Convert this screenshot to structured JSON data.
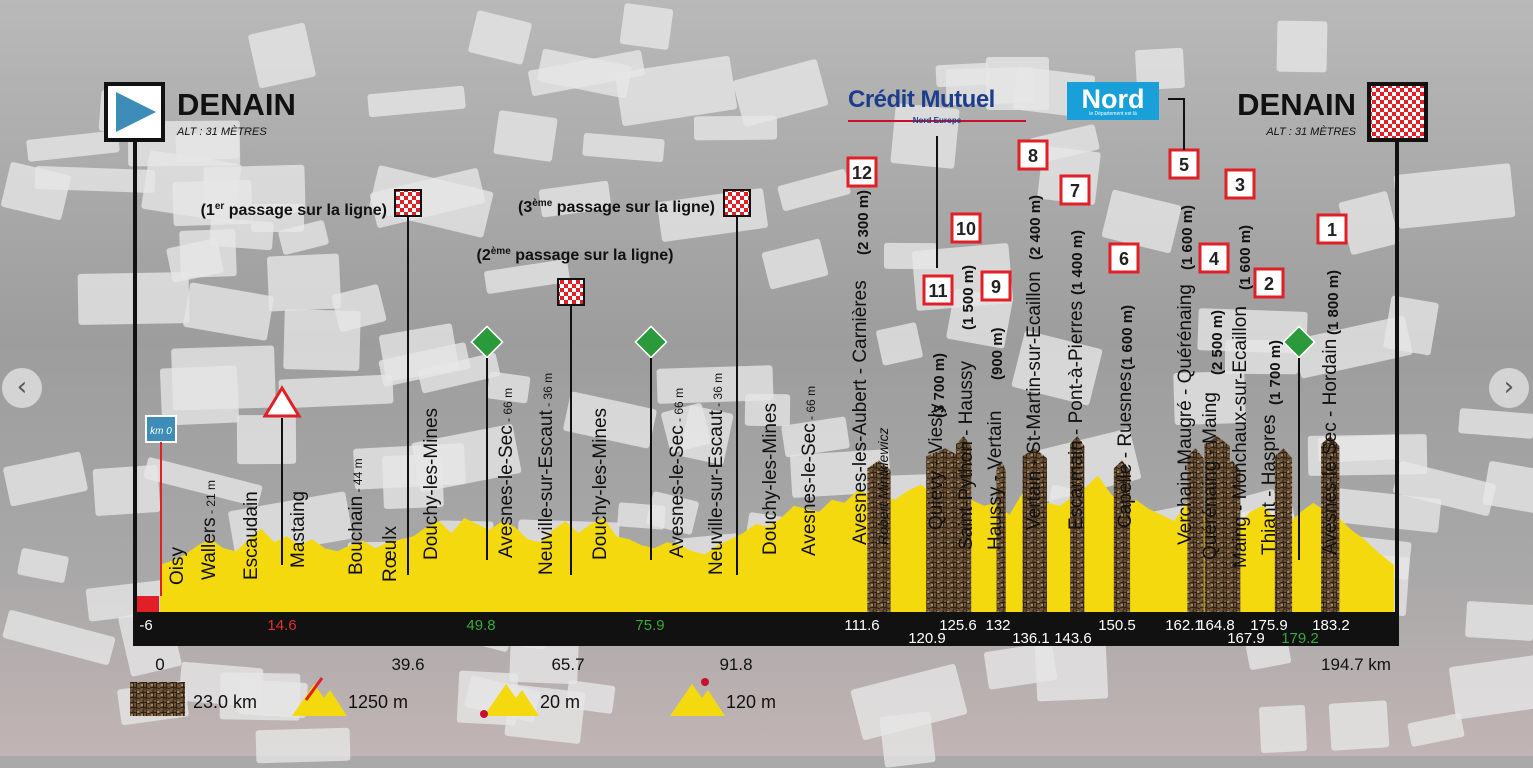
{
  "chart_data": {
    "type": "area",
    "title": "",
    "start": {
      "town": "DENAIN",
      "alt": "ALT : 31 MÈTRES"
    },
    "finish": {
      "town": "DENAIN",
      "alt": "ALT : 31 MÈTRES"
    },
    "sponsors": {
      "credit_mutuel": "Crédit Mutuel",
      "credit_mutuel_sub": "Nord Europe",
      "nord": "Nord",
      "nord_sub": "le Département est là"
    },
    "xlim": [
      0,
      194.7
    ],
    "profile_km": [
      0,
      2,
      4,
      6,
      8,
      10,
      12,
      14,
      16,
      18,
      20,
      22,
      24,
      26,
      28,
      30,
      32,
      34,
      36,
      38,
      40,
      42,
      44,
      46,
      48,
      50,
      52,
      54,
      56,
      58,
      60,
      62,
      64,
      66,
      68,
      70,
      72,
      74,
      76,
      78,
      80,
      82,
      84,
      86,
      88,
      90,
      92,
      94,
      96,
      98,
      100,
      102,
      104,
      106,
      108,
      110,
      112,
      114,
      116,
      118,
      120,
      122,
      124,
      126,
      128,
      130,
      132,
      134,
      136,
      138,
      140,
      142,
      144,
      146,
      148,
      150,
      152,
      154,
      156,
      158,
      160,
      162,
      164,
      166,
      168,
      170,
      172,
      174,
      176,
      178,
      180,
      182,
      184,
      186,
      188,
      190,
      192,
      194.7
    ],
    "profile_alt": [
      31,
      34,
      38,
      44,
      48,
      42,
      40,
      48,
      55,
      46,
      50,
      44,
      48,
      42,
      40,
      44,
      47,
      42,
      46,
      48,
      50,
      56,
      60,
      52,
      62,
      58,
      54,
      60,
      56,
      48,
      46,
      54,
      60,
      52,
      58,
      62,
      50,
      48,
      44,
      42,
      46,
      44,
      40,
      38,
      44,
      48,
      52,
      58,
      56,
      62,
      70,
      68,
      66,
      74,
      72,
      80,
      78,
      76,
      74,
      80,
      84,
      78,
      76,
      68,
      74,
      70,
      72,
      64,
      78,
      76,
      72,
      70,
      76,
      82,
      90,
      78,
      70,
      74,
      68,
      64,
      60,
      72,
      68,
      58,
      52,
      56,
      66,
      70,
      62,
      58,
      66,
      72,
      66,
      62,
      54,
      48,
      40,
      31
    ],
    "ylim": [
      0,
      120
    ],
    "axis_markers": [
      {
        "km": "-6",
        "color": "#ffffff"
      },
      {
        "km": "14.6",
        "color": "#e03030"
      },
      {
        "km": "49.8",
        "color": "#3aa83a"
      },
      {
        "km": "75.9",
        "color": "#3aa83a"
      },
      {
        "km": "111.6",
        "color": "#ffffff"
      },
      {
        "km": "120.9",
        "color": "#ffffff"
      },
      {
        "km": "125.6",
        "color": "#ffffff"
      },
      {
        "km": "132",
        "color": "#ffffff"
      },
      {
        "km": "136.1",
        "color": "#ffffff"
      },
      {
        "km": "143.6",
        "color": "#ffffff"
      },
      {
        "km": "150.5",
        "color": "#ffffff"
      },
      {
        "km": "162.1",
        "color": "#ffffff"
      },
      {
        "km": "164.8",
        "color": "#ffffff"
      },
      {
        "km": "167.9",
        "color": "#ffffff"
      },
      {
        "km": "175.9",
        "color": "#ffffff"
      },
      {
        "km": "179.2",
        "color": "#3aa83a"
      },
      {
        "km": "183.2",
        "color": "#ffffff"
      }
    ],
    "bottom_ticks": [
      {
        "km": 0,
        "label": "0"
      },
      {
        "km": 39.6,
        "label": "39.6"
      },
      {
        "km": 65.7,
        "label": "65.7"
      },
      {
        "km": 91.8,
        "label": "91.8"
      },
      {
        "km": 194.7,
        "label": "194.7 km"
      }
    ],
    "places": [
      {
        "name": "Oisy",
        "alt": ""
      },
      {
        "name": "Wallers",
        "alt": "- 21 m"
      },
      {
        "name": "Escaudain",
        "alt": ""
      },
      {
        "name": "Mastaing",
        "alt": ""
      },
      {
        "name": "Bouchain",
        "alt": "- 44 m"
      },
      {
        "name": "Rœulx",
        "alt": ""
      },
      {
        "name": "Douchy-les-Mines",
        "alt": ""
      },
      {
        "name": "Avesnes-le-Sec",
        "alt": "- 66 m"
      },
      {
        "name": "Neuville-sur-Escaut",
        "alt": "- 36 m"
      },
      {
        "name": "Douchy-les-Mines",
        "alt": ""
      },
      {
        "name": "Avesnes-le-Sec",
        "alt": "- 66 m"
      },
      {
        "name": "Neuville-sur-Escaut",
        "alt": "- 36 m"
      },
      {
        "name": "Douchy-les-Mines",
        "alt": ""
      },
      {
        "name": "Avesnes-le-Sec",
        "alt": "- 66 m"
      }
    ],
    "sectors": [
      {
        "num": "12",
        "name": "Avesnes-les-Aubert - Carnières",
        "length": "(2 300 m)",
        "sub": "Robert Mintkiewicz"
      },
      {
        "num": "11",
        "name": "Quievy - Viesly",
        "length": "(3 700 m)",
        "sub": ""
      },
      {
        "num": "10",
        "name": "Saint-Python - Haussy",
        "length": "(1 500 m)",
        "sub": ""
      },
      {
        "num": "9",
        "name": "Haussy - Vertain",
        "length": "(900 m)",
        "sub": ""
      },
      {
        "num": "8",
        "name": "Vertain - St-Martin-sur-Ecaillon",
        "length": "(2 400 m)",
        "sub": ""
      },
      {
        "num": "7",
        "name": "Escarmain - Pont-à-Pierres",
        "length": "(1 400 m)",
        "sub": ""
      },
      {
        "num": "6",
        "name": "Capelle - Ruesnes",
        "length": "(1 600 m)",
        "sub": ""
      },
      {
        "num": "5",
        "name": "Verchain-Maugré - Quérénaing",
        "length": "(1 600 m)",
        "sub": ""
      },
      {
        "num": "4",
        "name": "Quérénaing - Maing",
        "length": "(2 500 m)",
        "sub": ""
      },
      {
        "num": "3",
        "name": "Maing - Monchaux-sur-Ecaillon",
        "length": "(1 600 m)",
        "sub": ""
      },
      {
        "num": "2",
        "name": "Thiant - Haspres",
        "length": "(1 700   m)",
        "sub": ""
      },
      {
        "num": "1",
        "name": "Avesnes-le-Sec - Hordain",
        "length": "(1 800 m)",
        "sub": ""
      }
    ],
    "passages": [
      {
        "sup": "er",
        "pre": "(1",
        "post": " passage sur la ligne)"
      },
      {
        "sup": "ème",
        "pre": "(2",
        "post": " passage sur la ligne)"
      },
      {
        "sup": "ème",
        "pre": "(3",
        "post": " passage sur la ligne)"
      }
    ],
    "km0_label": "km 0",
    "legend": [
      {
        "icon": "cobble",
        "label": "23.0 km"
      },
      {
        "icon": "climb",
        "label": "1250 m"
      },
      {
        "icon": "low-point",
        "label": "20 m"
      },
      {
        "icon": "high-point",
        "label": "120 m"
      }
    ],
    "colors": {
      "profile": "#f4d90f",
      "axis_band": "#111111",
      "flag_blue": "#3d8db8",
      "flag_red": "#e01f26",
      "sprint_green": "#2a9a3a",
      "cobble": "#7a5c3a"
    }
  },
  "nav": {
    "prev": "‹",
    "next": "›"
  }
}
